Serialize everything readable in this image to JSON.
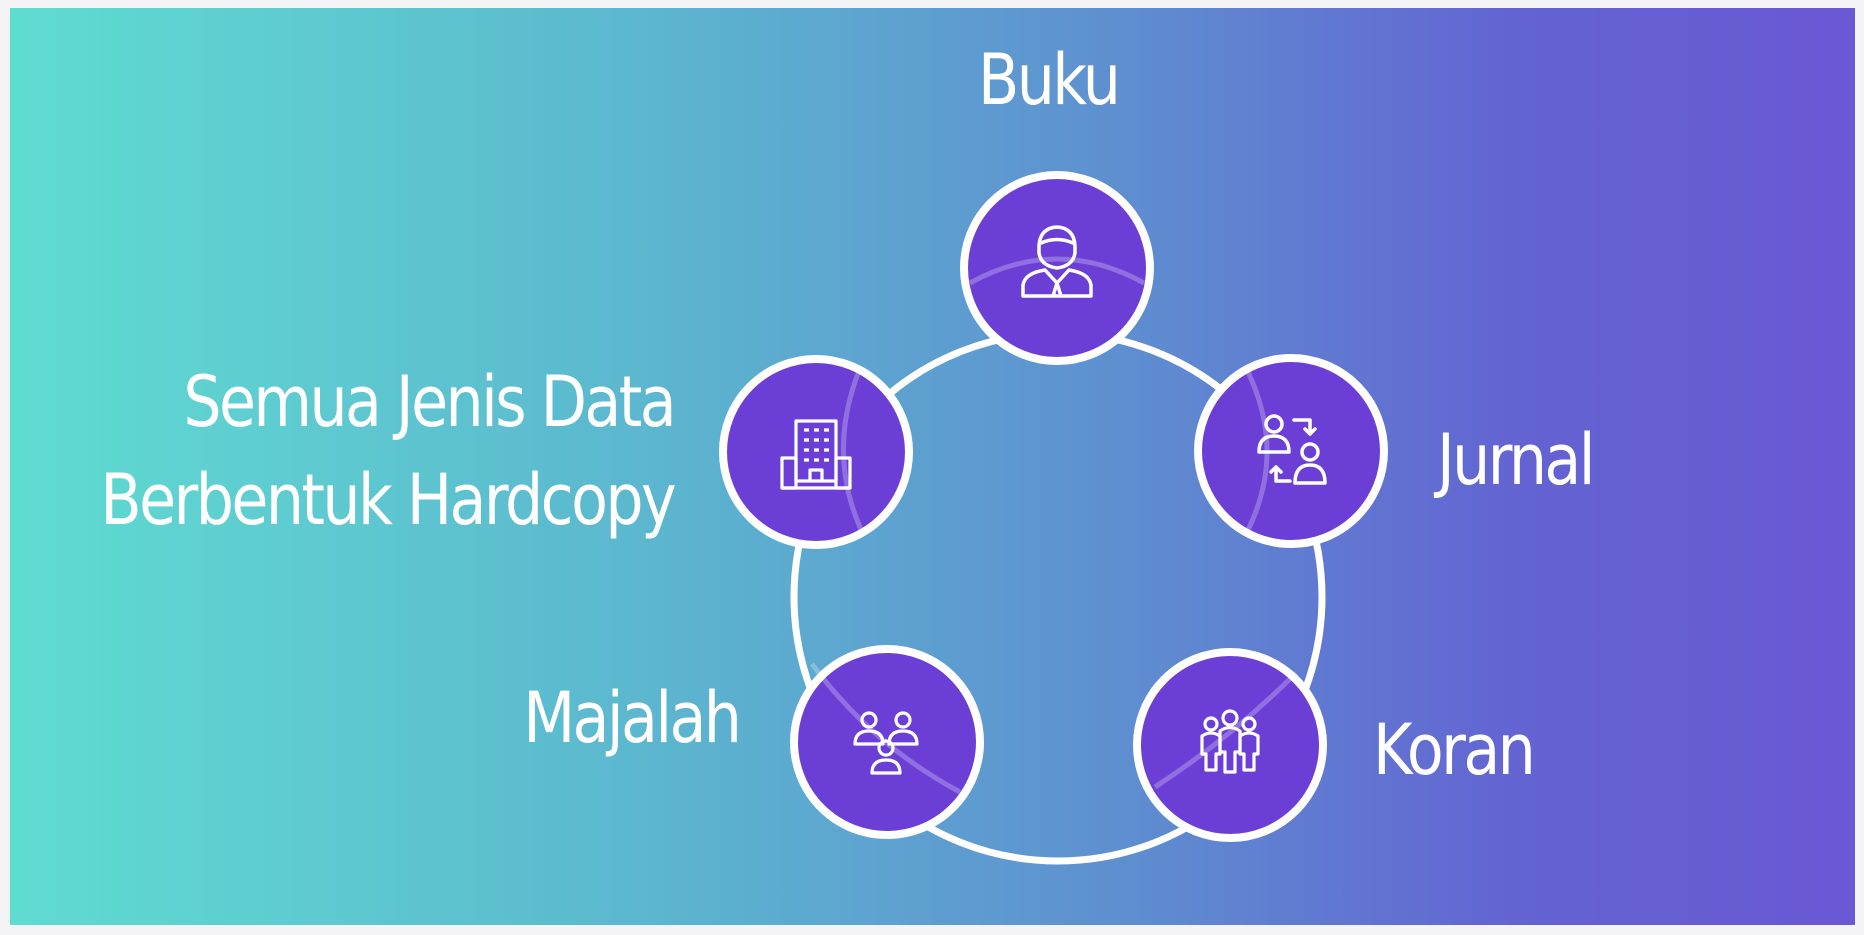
{
  "nodes": [
    {
      "key": "buku",
      "label": "Buku",
      "icon": "businessman-icon"
    },
    {
      "key": "jurnal",
      "label": "Jurnal",
      "icon": "user-exchange-icon"
    },
    {
      "key": "koran",
      "label": "Koran",
      "icon": "group-icon"
    },
    {
      "key": "majalah",
      "label": "Majalah",
      "icon": "team-icon"
    },
    {
      "key": "semua",
      "label_lines": [
        "Semua Jenis Data",
        "Berbentuk Hardcopy"
      ],
      "icon": "office-building-icon"
    }
  ],
  "colors": {
    "gradient_start": "#5fdcd0",
    "gradient_end": "#6a58d4",
    "node_fill": "#6b3fd6",
    "ring": "#ffffff"
  }
}
